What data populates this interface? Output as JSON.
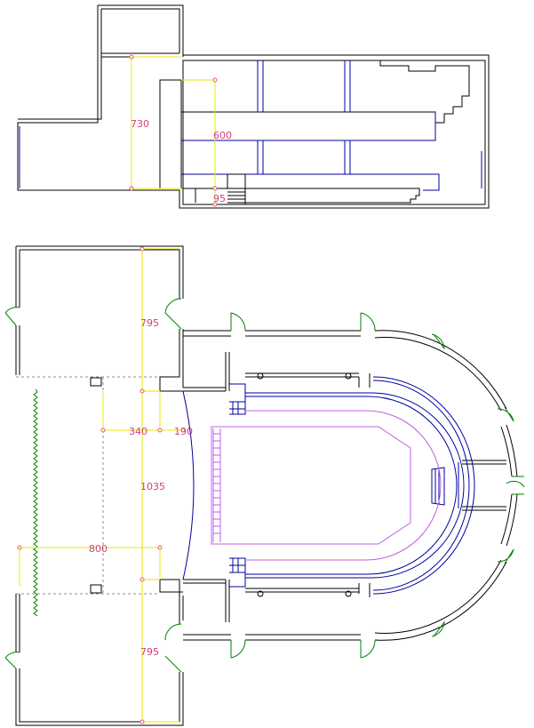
{
  "colors": {
    "wall": "#000000",
    "blue": "#0000a0",
    "dimension": "#e8e800",
    "dimension_text": "#d04080",
    "node": "#e06060",
    "stage": "#c060e0",
    "door": "#008000",
    "hidden": "#909090"
  },
  "section": {
    "dimensions": {
      "height_total": "730",
      "height_inner": "600",
      "height_step": "95"
    }
  },
  "plan": {
    "dimensions": {
      "top_length": "795",
      "width_left": "340",
      "width_small": "190",
      "total_length": "1035",
      "width_bottom": "800",
      "bottom_length": "795"
    }
  }
}
